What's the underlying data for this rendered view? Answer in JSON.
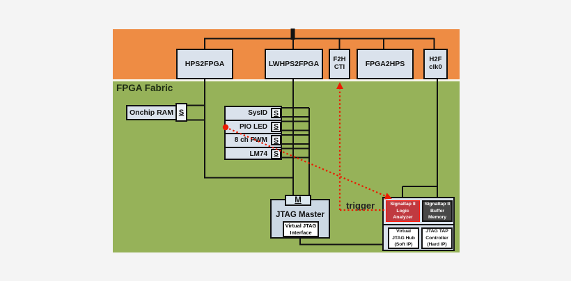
{
  "hps_bridges": [
    {
      "label": "HPS2FPGA"
    },
    {
      "label": "LWHPS2FPGA"
    },
    {
      "label": "F2H\nCTI"
    },
    {
      "label": "FPGA2HPS"
    },
    {
      "label": "H2F\nclk0"
    }
  ],
  "fabric": {
    "label": "FPGA Fabric",
    "onchip_ram": {
      "label": "Onchip RAM",
      "port": "S"
    },
    "peripherals": [
      {
        "label": "SysID",
        "port": "S"
      },
      {
        "label": "PIO LED",
        "port": "S"
      },
      {
        "label": "8 ch PWM",
        "port": "S"
      },
      {
        "label": "LM74",
        "port": "S"
      }
    ],
    "jtag_master": {
      "label": "JTAG Master",
      "port": "M",
      "interface": "Virtual JTAG\nInterface"
    },
    "trigger_label": "trigger",
    "signaltap": {
      "logic_analyzer": "Signaltap II\nLogic\nAnalyzer",
      "buffer_memory": "Signaltap II\nBuffer\nMemory",
      "virtual_jtag_hub": "Virtual\nJTAG Hub\n(Soft IP)",
      "jtag_tap_controller": "JTAG TAP\nController\n(Hard IP)"
    }
  },
  "colors": {
    "orange": "#ee8c44",
    "green": "#96b259",
    "boxfill": "#dae2ec",
    "redbox": "#c03a40",
    "graybox": "#484848",
    "redline": "#ea1c00"
  }
}
